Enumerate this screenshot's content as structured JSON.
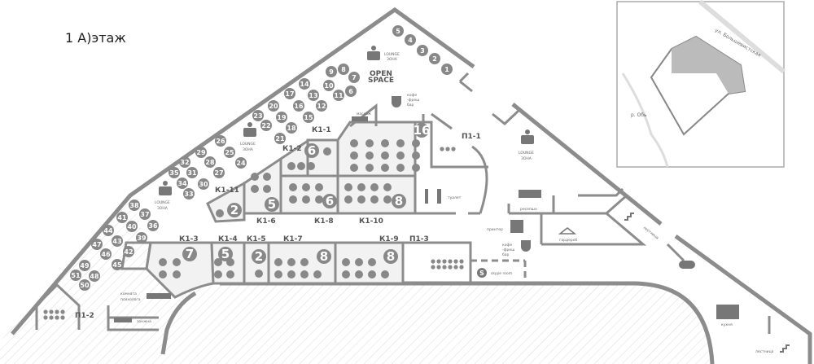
{
  "title": "1 А)этаж",
  "map_inset": {
    "street": "ул. Большевистская",
    "river": "р. Обь"
  },
  "zones": {
    "open_space": [
      "OPEN",
      "SPACE"
    ],
    "lounge": [
      "LOUNGE",
      "ЗОНА"
    ],
    "coffee": [
      "кофе",
      "-фреш",
      "бар"
    ],
    "massage": "массаж",
    "toilet": "туалет",
    "reception": "ресепшн",
    "printer": "принтер",
    "wardrobe": "гардероб",
    "stairs": "лестница",
    "kitchen": "кухня",
    "skype": "skype room",
    "psych": [
      "комната",
      "психолога"
    ],
    "sleep": "зонжна"
  },
  "rooms": [
    {
      "id": "К1-1",
      "capacity": "16"
    },
    {
      "id": "К1-2",
      "capacity": "6"
    },
    {
      "id": "К1-3",
      "capacity": "7"
    },
    {
      "id": "К1-4",
      "capacity": "5"
    },
    {
      "id": "К1-5",
      "capacity": "2"
    },
    {
      "id": "К1-6",
      "capacity": "5"
    },
    {
      "id": "К1-7",
      "capacity": "8"
    },
    {
      "id": "К1-8",
      "capacity": "6"
    },
    {
      "id": "К1-9",
      "capacity": "8"
    },
    {
      "id": "К1-10",
      "capacity": "8"
    },
    {
      "id": "К1-11",
      "capacity": "2"
    },
    {
      "id": "П1-1"
    },
    {
      "id": "П1-2"
    },
    {
      "id": "П1-3"
    }
  ],
  "desks": [
    "1",
    "2",
    "3",
    "4",
    "5",
    "6",
    "7",
    "8",
    "9",
    "10",
    "11",
    "12",
    "13",
    "14",
    "15",
    "16",
    "17",
    "18",
    "19",
    "20",
    "21",
    "22",
    "23",
    "24",
    "25",
    "26",
    "27",
    "28",
    "29",
    "30",
    "31",
    "32",
    "33",
    "34",
    "35",
    "36",
    "37",
    "38",
    "39",
    "40",
    "41",
    "42",
    "43",
    "44",
    "45",
    "46",
    "47",
    "48",
    "49",
    "50",
    "51"
  ]
}
